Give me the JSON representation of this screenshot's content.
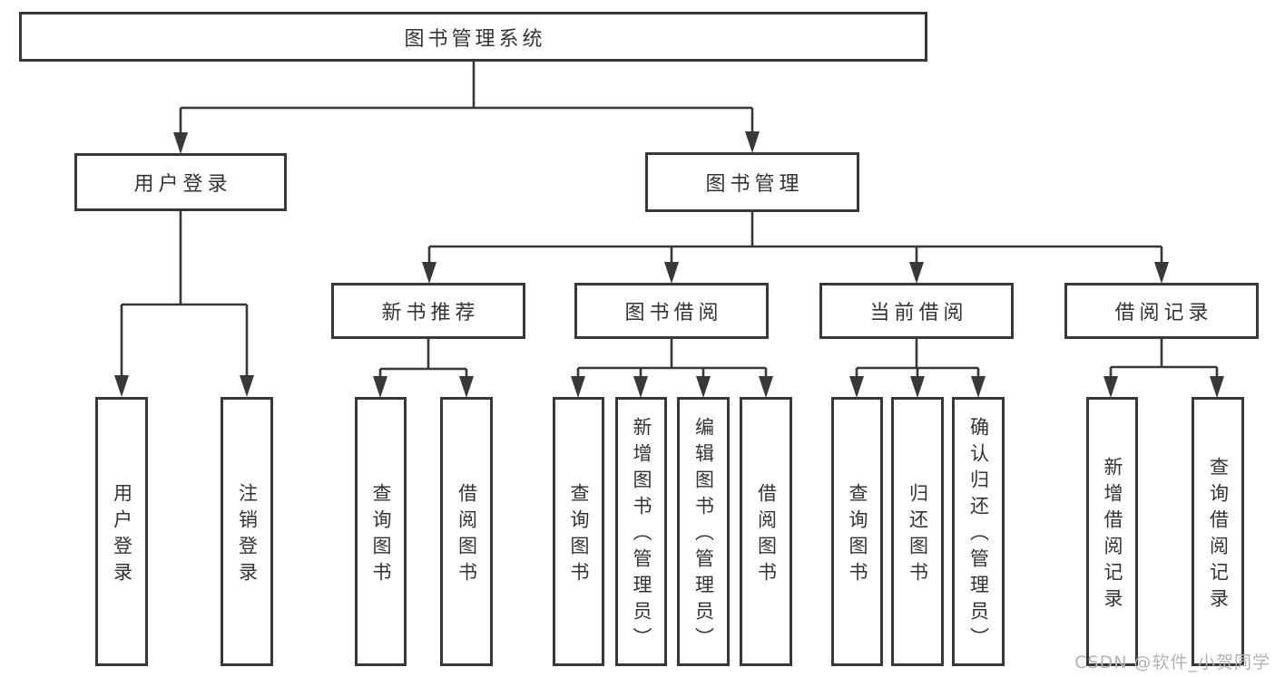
{
  "diagram": {
    "root": {
      "label": "图书管理系统"
    },
    "level2": [
      {
        "label": "用户登录"
      },
      {
        "label": "图书管理"
      }
    ],
    "level3": [
      {
        "label": "新书推荐"
      },
      {
        "label": "图书借阅"
      },
      {
        "label": "当前借阅"
      },
      {
        "label": "借阅记录"
      }
    ],
    "leaves": [
      {
        "label": "用户登录"
      },
      {
        "label": "注销登录"
      },
      {
        "label": "查询图书"
      },
      {
        "label": "借阅图书"
      },
      {
        "label": "查询图书"
      },
      {
        "label": "新增图书（管理员）"
      },
      {
        "label": "编辑图书（管理员）"
      },
      {
        "label": "借阅图书"
      },
      {
        "label": "查询图书"
      },
      {
        "label": "归还图书"
      },
      {
        "label": "确认归还（管理员）"
      },
      {
        "label": "新增借阅记录"
      },
      {
        "label": "查询借阅记录"
      }
    ]
  },
  "watermark": {
    "text": "CSDN @软件_小贺同学"
  },
  "colors": {
    "line": "#383838",
    "box_border": "#383838",
    "text": "#333333",
    "watermark": "#b3b3b3",
    "background": "#ffffff"
  }
}
